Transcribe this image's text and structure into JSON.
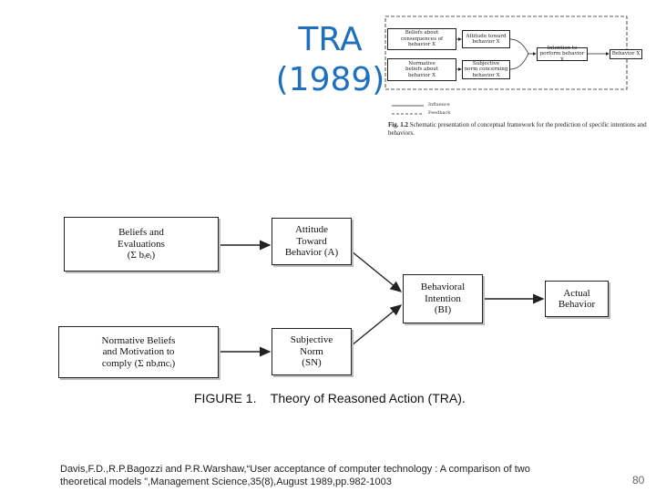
{
  "slide": {
    "title_line1": "TRA",
    "title_line2": "(1989)",
    "page_number": "80"
  },
  "fig12": {
    "boxes": {
      "beliefs": "Beliefs about\nconsequences of\nbehavior X",
      "attitude": "Attitude toward\nbehavior X",
      "normative": "Normative\nbeliefs about\nbehavior X",
      "subjective": "Subjective\nnorm concerning\nbehavior X",
      "intention": "Intention to\nperform behavior X",
      "behavior": "Behavior X"
    },
    "legend": {
      "influence": "Influence",
      "feedback": "Feedback"
    },
    "caption_label": "Fig. 1.2",
    "caption_text": "Schematic presentation of conceptual framework for the prediction of specific intentions and behaviors."
  },
  "fig1": {
    "boxes": {
      "beliefs": "Beliefs and\nEvaluations\n(Σ bᵢeᵢ)",
      "attitude": "Attitude\nToward\nBehavior (A)",
      "normative": "Normative Beliefs\nand Motivation to\ncomply (Σ nbᵢmcᵢ)",
      "subjective": "Subjective\nNorm\n(SN)",
      "intention": "Behavioral\nIntention\n(BI)",
      "behavior": "Actual\nBehavior"
    },
    "caption": "FIGURE 1.    Theory of Reasoned Action (TRA)."
  },
  "citation": {
    "line1": "Davis,F.D.,R.P.Bagozzi and P.R.Warshaw,“User acceptance of computer technology : A comparison of two",
    "line2": "theoretical models ”,Management Science,35(8),August 1989,pp.982-1003"
  },
  "colors": {
    "title": "#1f6fbf",
    "line": "#222222"
  }
}
